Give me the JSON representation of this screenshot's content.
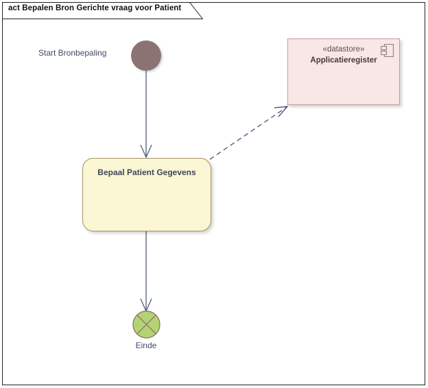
{
  "frame": {
    "title": "act Bepalen Bron Gerichte vraag voor Patient",
    "border_color": "#222222",
    "background": "#ffffff"
  },
  "diagram": {
    "kind": "uml-activity-diagram",
    "nodes": [
      {
        "id": "initial",
        "type": "initial-node",
        "label": "Start Bronbepaling",
        "fill": "#8c7373"
      },
      {
        "id": "activity",
        "type": "activity-node",
        "label": "Bepaal Patient Gegevens",
        "fill": "#fbf6d4",
        "border": "#a39169"
      },
      {
        "id": "datastore",
        "type": "datastore-node",
        "stereotype": "«datastore»",
        "name": "Applicatieregister",
        "icon": "component-icon",
        "fill": "#f8e7e6",
        "border": "#c49a9a"
      },
      {
        "id": "final",
        "type": "flow-final-node",
        "label": "Einde",
        "fill": "#b4d474",
        "border": "#8f7a6b"
      }
    ],
    "edges": [
      {
        "id": "flow-initial-to-activity",
        "type": "control-flow",
        "style": "solid",
        "from": "initial",
        "to": "activity",
        "color": "#5a6582"
      },
      {
        "id": "flow-activity-to-final",
        "type": "control-flow",
        "style": "solid",
        "from": "activity",
        "to": "final",
        "color": "#5a6582"
      },
      {
        "id": "dependency-activity-to-datastore",
        "type": "dependency",
        "style": "dashed",
        "from": "activity",
        "to": "datastore",
        "color": "#4f5c7a"
      }
    ]
  }
}
